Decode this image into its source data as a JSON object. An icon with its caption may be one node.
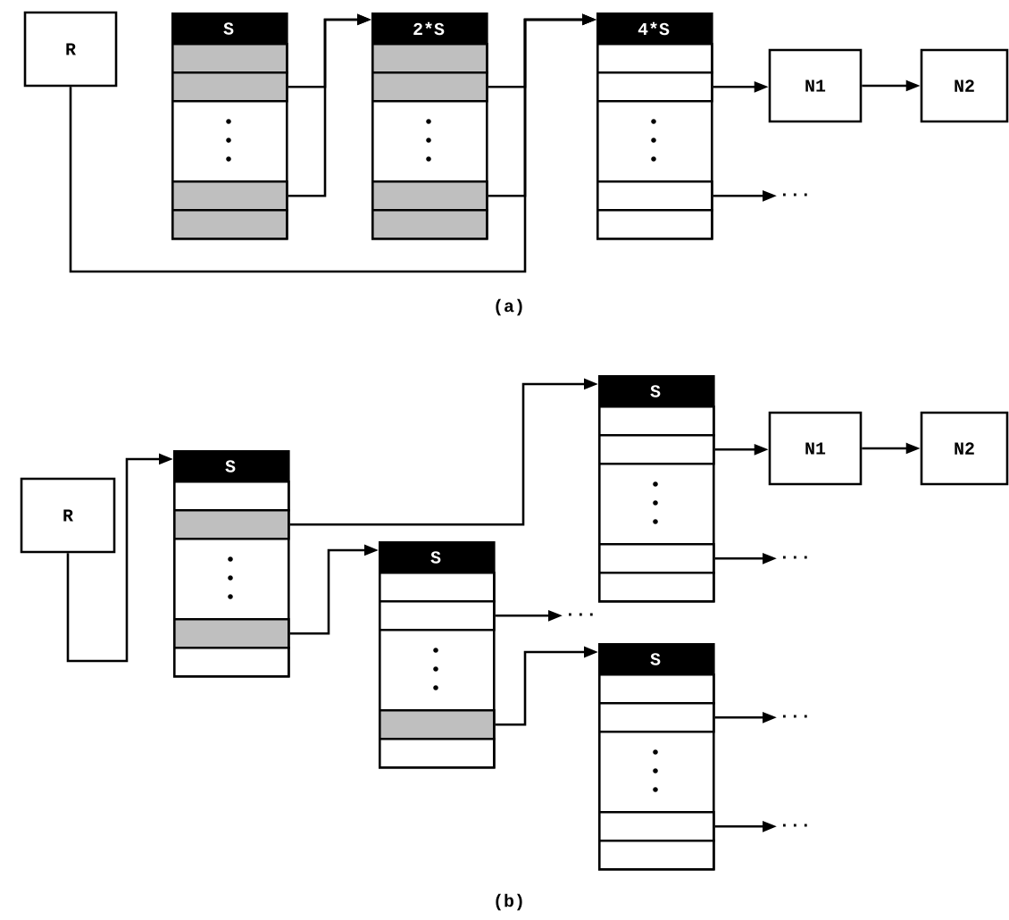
{
  "diagram": {
    "nodes": [
      {
        "text": [
          "R"
        ]
      },
      {
        "text": [
          "S"
        ]
      },
      {
        "text": [],
        "shape": "box",
        "in": 1
      },
      {
        "text": [],
        "shape": "box",
        "in": 1
      },
      {
        "text": [],
        "shape": "box",
        "in": 1
      },
      {
        "text": [],
        "shape": "box",
        "in": 1
      },
      {
        "text": [
          "2*S"
        ]
      },
      {
        "text": [],
        "shape": "box",
        "in": 6
      },
      {
        "text": [],
        "shape": "box",
        "in": 6
      },
      {
        "text": [],
        "shape": "box",
        "in": 6
      },
      {
        "text": [],
        "shape": "box",
        "in": 6
      },
      {
        "text": [
          "4*S"
        ]
      },
      {
        "text": [],
        "shape": "box",
        "in": 11
      },
      {
        "text": [],
        "shape": "box",
        "in": 11
      },
      {
        "text": [],
        "shape": "box",
        "in": 11
      },
      {
        "text": [],
        "shape": "box",
        "in": 11
      },
      {
        "text": [
          "N1"
        ]
      },
      {
        "text": [
          "N2"
        ]
      },
      {
        "text": [
          "..."
        ]
      },
      {
        "text": [
          "R"
        ]
      },
      {
        "text": [
          "S"
        ]
      },
      {
        "text": [],
        "shape": "box",
        "in": 20
      },
      {
        "text": [],
        "shape": "box",
        "in": 20
      },
      {
        "text": [],
        "shape": "box",
        "in": 20
      },
      {
        "text": [],
        "shape": "box",
        "in": 20
      },
      {
        "text": [
          "S"
        ]
      },
      {
        "text": [],
        "shape": "box",
        "in": 25
      },
      {
        "text": [],
        "shape": "box",
        "in": 25
      },
      {
        "text": [],
        "shape": "box",
        "in": 25
      },
      {
        "text": [],
        "shape": "box",
        "in": 25
      },
      {
        "text": [
          "..."
        ]
      },
      {
        "text": [
          "S"
        ]
      },
      {
        "text": [],
        "shape": "box",
        "in": 31
      },
      {
        "text": [],
        "shape": "box",
        "in": 31
      },
      {
        "text": [],
        "shape": "box",
        "in": 31
      },
      {
        "text": [],
        "shape": "box",
        "in": 31
      },
      {
        "text": [
          "N1"
        ]
      },
      {
        "text": [
          "N2"
        ]
      },
      {
        "text": [
          "..."
        ]
      },
      {
        "text": [
          "S"
        ]
      },
      {
        "text": [],
        "shape": "box",
        "in": 39
      },
      {
        "text": [],
        "shape": "box",
        "in": 39
      },
      {
        "text": [],
        "shape": "box",
        "in": 39
      },
      {
        "text": [],
        "shape": "box",
        "in": 39
      },
      {
        "text": [
          "..."
        ]
      },
      {
        "text": [
          "..."
        ]
      }
    ],
    "edges": [
      {
        "from": 3,
        "to": 6,
        "arrow": "to"
      },
      {
        "from": 4,
        "to": 6,
        "arrow": "to"
      },
      {
        "from": 8,
        "to": 11,
        "arrow": "to"
      },
      {
        "from": 9,
        "to": 11,
        "arrow": "to"
      },
      {
        "from": 0,
        "to": 11,
        "arrow": "to"
      },
      {
        "from": 13,
        "to": 16,
        "arrow": "to"
      },
      {
        "from": 16,
        "to": 17,
        "arrow": "to"
      },
      {
        "from": 14,
        "to": 18,
        "arrow": "to"
      },
      {
        "from": 19,
        "to": 20,
        "arrow": "to"
      },
      {
        "from": 22,
        "to": 31,
        "arrow": "to"
      },
      {
        "from": 23,
        "to": 25,
        "arrow": "to"
      },
      {
        "from": 27,
        "to": 30,
        "arrow": "to"
      },
      {
        "from": 28,
        "to": 39,
        "arrow": "to"
      },
      {
        "from": 33,
        "to": 36,
        "arrow": "to"
      },
      {
        "from": 36,
        "to": 37,
        "arrow": "to"
      },
      {
        "from": 34,
        "to": 38,
        "arrow": "to"
      },
      {
        "from": 41,
        "to": 44,
        "arrow": "to"
      },
      {
        "from": 42,
        "to": 45,
        "arrow": "to"
      }
    ],
    "labels": [
      "(a)",
      "(b)"
    ]
  }
}
